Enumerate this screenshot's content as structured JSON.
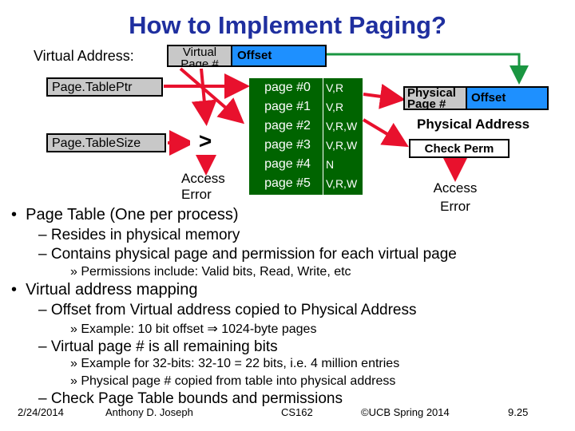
{
  "title": "How to Implement Paging?",
  "virtual_address": {
    "label": "Virtual Address:",
    "page_field": "Virtual Page #",
    "offset_field": "Offset"
  },
  "registers": {
    "page_table_ptr": "Page.TablePtr",
    "page_table_size": "Page.TableSize"
  },
  "compare_symbol": ">",
  "access_error_left": "Access Error",
  "page_table": {
    "rows": [
      {
        "page": "page #0",
        "perm": "V,R"
      },
      {
        "page": "page #1",
        "perm": "V,R"
      },
      {
        "page": "page #2",
        "perm": "V,R,W"
      },
      {
        "page": "page #3",
        "perm": "V,R,W"
      },
      {
        "page": "page #4",
        "perm": "N"
      },
      {
        "page": "page #5",
        "perm": "V,R,W"
      }
    ]
  },
  "physical_address": {
    "page_field": "Physical Page #",
    "offset_field": "Offset",
    "label": "Physical Address"
  },
  "check_perm": "Check Perm",
  "access_error_right": "Access Error",
  "bullets": {
    "b1": "Page Table (One per process)",
    "b1_s1": "– Resides in physical memory",
    "b1_s2": "– Contains physical page and permission for each virtual page",
    "b1_s2_ss1": "» Permissions include: Valid bits, Read, Write, etc",
    "b2": "Virtual address mapping",
    "b2_s1": "– Offset from Virtual address copied to Physical Address",
    "b2_s1_ss1a": "» Example: 10 bit offset",
    "b2_s1_ss1b": "1024-byte pages",
    "b2_s2": "– Virtual page # is all remaining bits",
    "b2_s2_ss1": "» Example for 32-bits: 32-10 = 22 bits, i.e. 4 million entries",
    "b2_s2_ss2": "» Physical page # copied from table into physical address",
    "b2_s3": "– Check Page Table bounds and permissions"
  },
  "footer": {
    "date": "2/24/2014",
    "author": "Anthony D. Joseph",
    "course": "CS162",
    "copyright": "©UCB Spring 2014",
    "slide_number": "9.25"
  },
  "colors": {
    "title": "#1f2f9f",
    "field_blue": "#1e90ff",
    "register_gray": "#c8c8c8",
    "table_green": "#006400",
    "arrow_red": "#e8112d",
    "arrow_green": "#1a9641"
  }
}
